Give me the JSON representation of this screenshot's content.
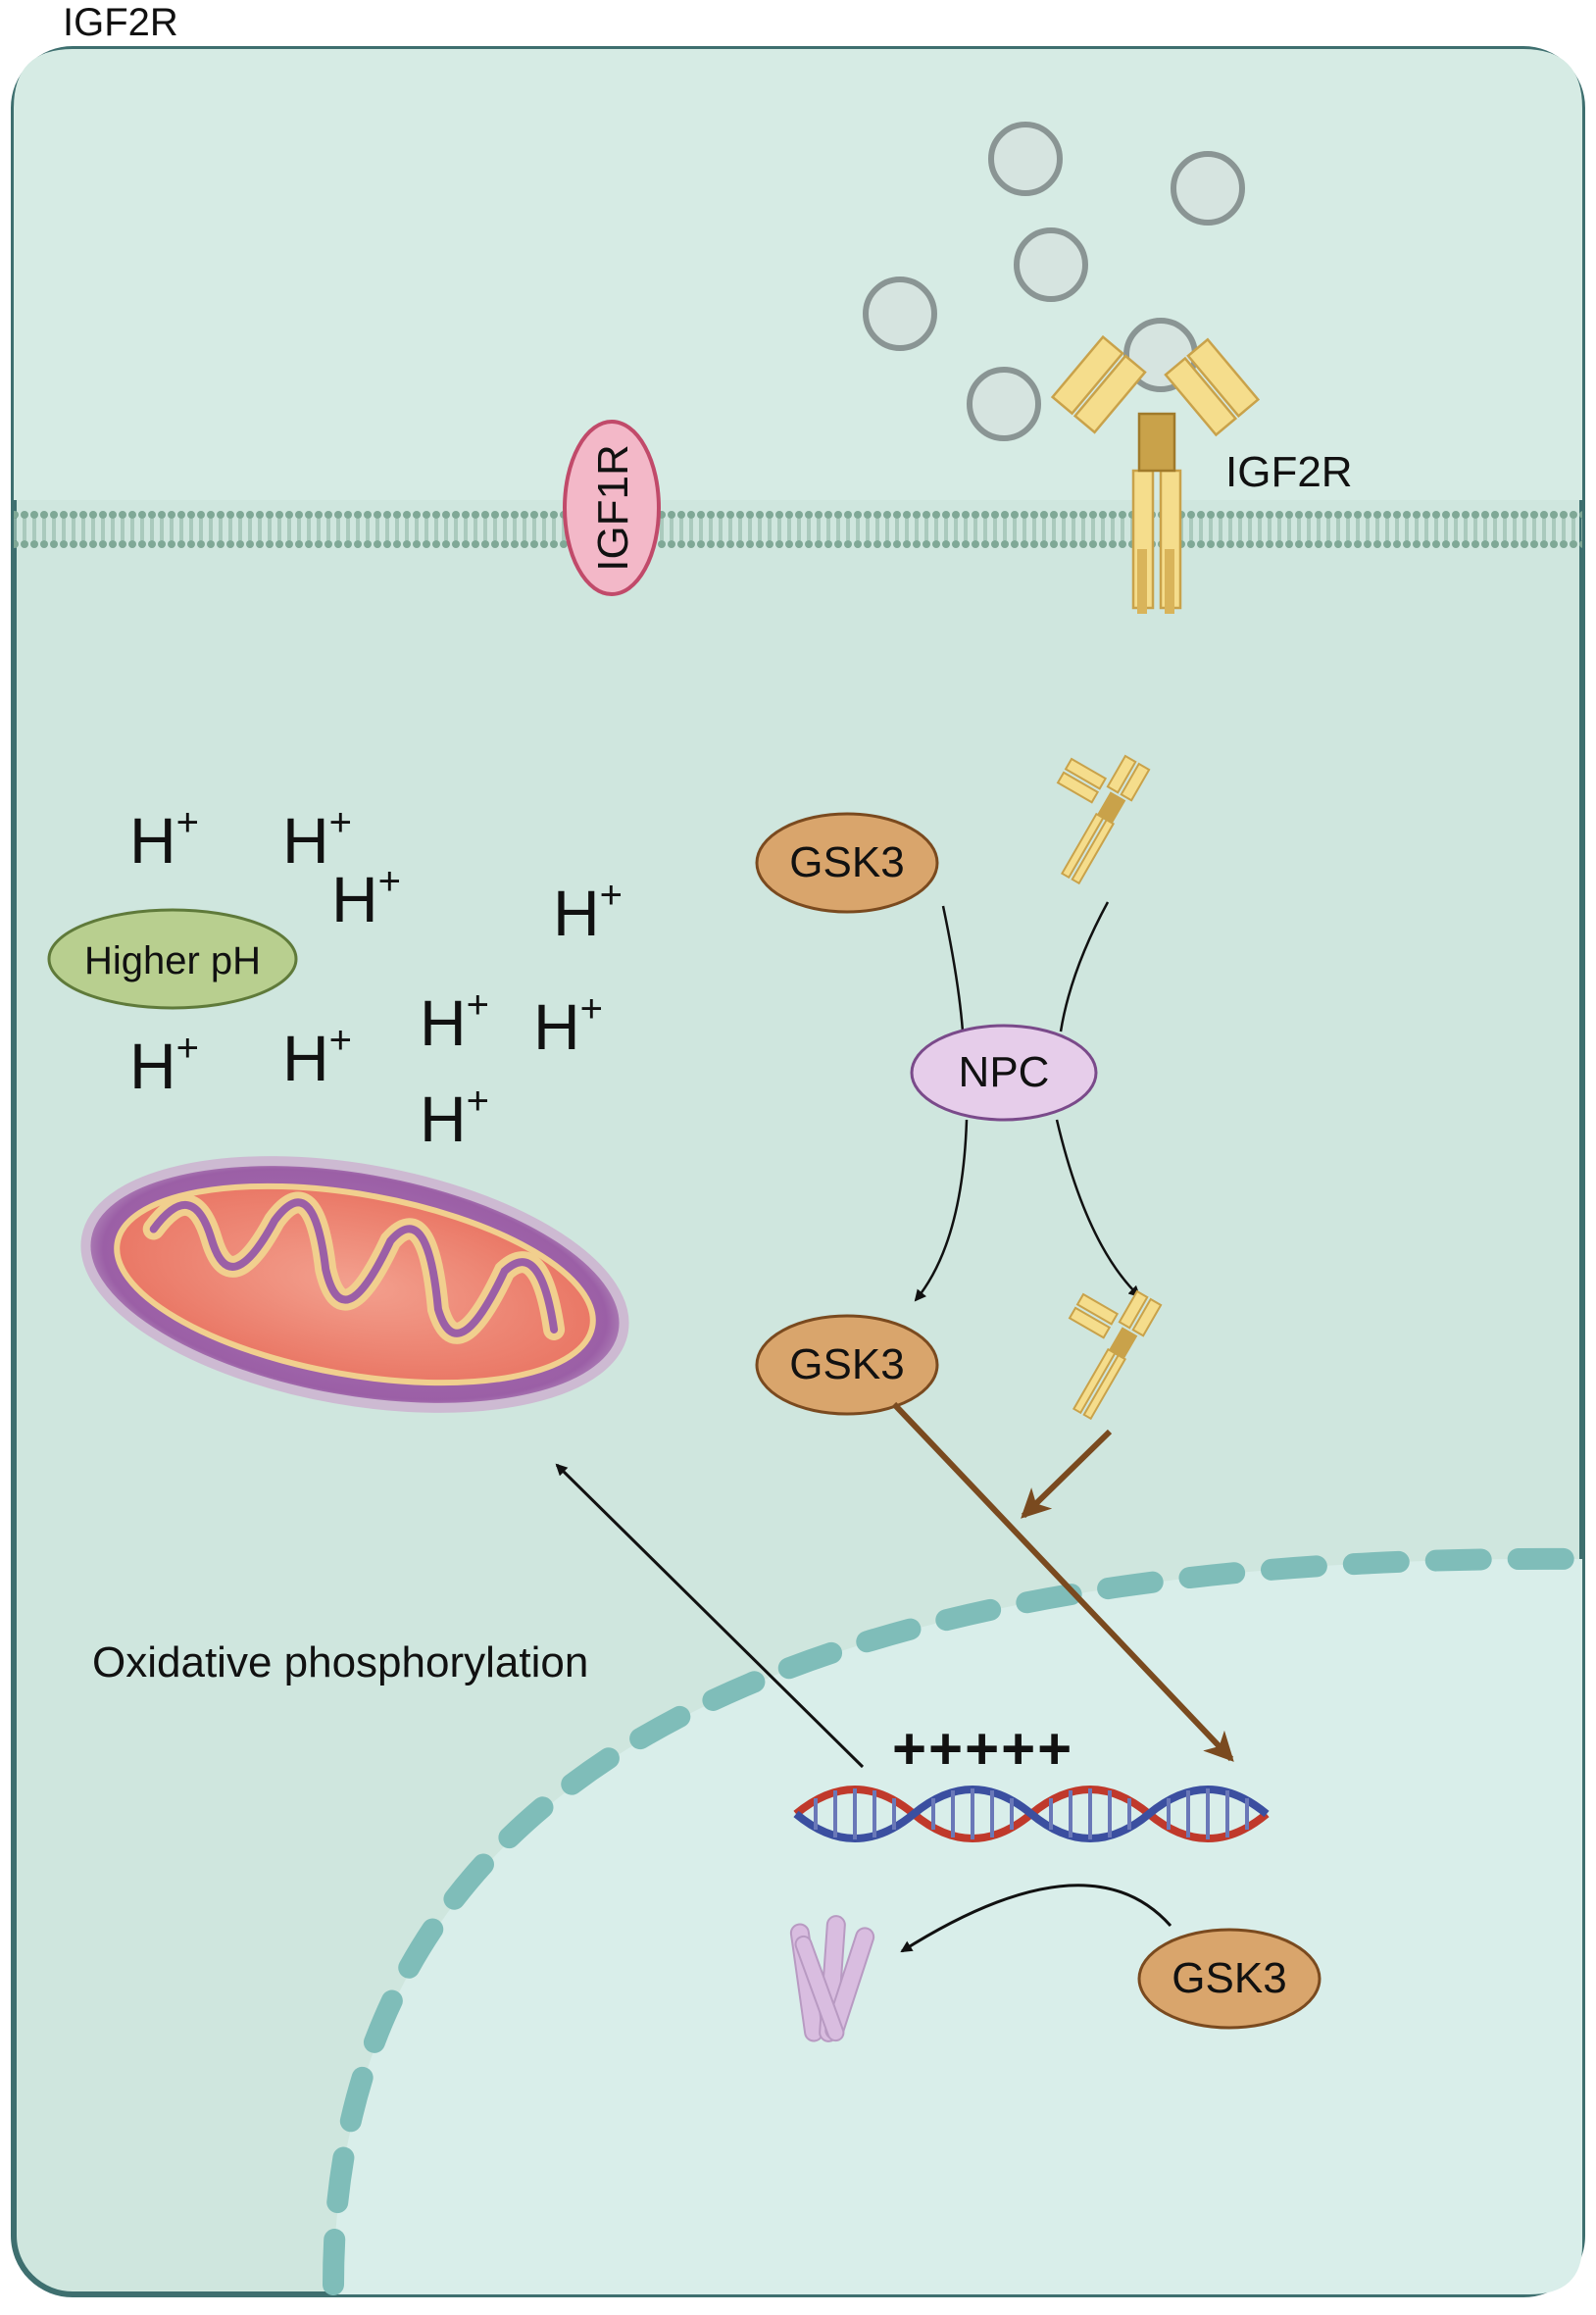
{
  "header": {
    "title": "IGF2R"
  },
  "membrane_receptors": {
    "igf1r": "IGF1R",
    "igf2r": "IGF2R"
  },
  "cytoplasm": {
    "higher_ph": "Higher pH",
    "proton": {
      "base": "H",
      "charge": "+"
    },
    "gsk3_top": "GSK3",
    "npc": "NPC",
    "gsk3_middle": "GSK3",
    "oxidative_phosphorylation": "Oxidative phosphorylation"
  },
  "nucleus": {
    "transcription_marks": "+++++",
    "gsk3_nucleus": "GSK3"
  },
  "colors": {
    "cell_fill": "#cfe6de",
    "cell_border": "#3e6f6f",
    "nucleus_fill": "#d9eeea",
    "nucleus_border": "#7fbdb9",
    "membrane": "#7fa896",
    "gsk3_fill": "#d9a56c",
    "npc_fill": "#e6cdea",
    "ph_fill": "#b8cf8f",
    "igf1r_fill": "#f3b8c8",
    "arrow_brown": "#7a4a1f"
  }
}
